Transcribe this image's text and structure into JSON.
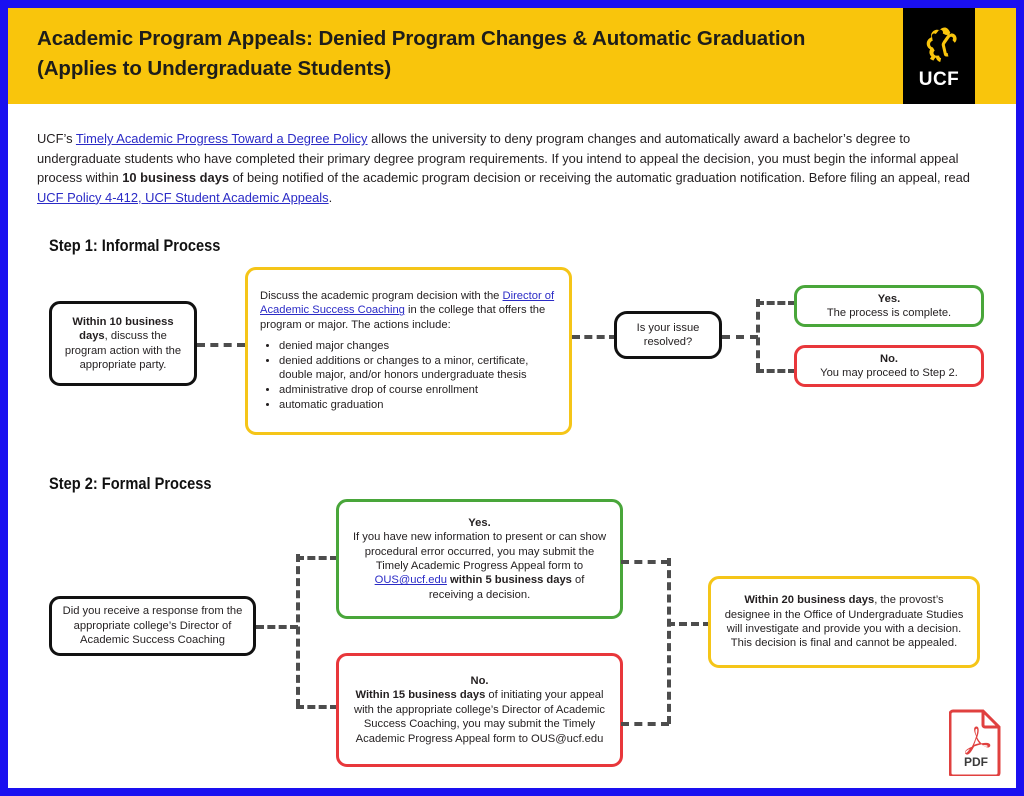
{
  "page": {
    "border_color": "#1a10f0",
    "background": "#ffffff"
  },
  "header": {
    "background": "#f9c50c",
    "title_line1": "Academic Program Appeals: Denied Program Changes & Automatic Graduation",
    "title_line2": "(Applies to Undergraduate Students)",
    "logo": {
      "wordmark": "UCF",
      "icon_name": "ucf-pegasus-icon",
      "background": "#000000",
      "mark_color": "#f9c50c"
    }
  },
  "intro": {
    "t1": "UCF’s ",
    "link1": "Timely Academic Progress Toward a Degree Policy",
    "t2": " allows the university to deny program changes and automatically award a bachelor’s degree to undergraduate students who have completed their primary degree program requirements. If you intend to appeal the decision, you must begin the informal appeal process within ",
    "bold1": "10 business days",
    "t3": " of being notified of the academic program decision or receiving the automatic graduation notification. Before filing an appeal, read ",
    "link2": "UCF Policy 4-412, UCF Student Academic Appeals",
    "t4": "."
  },
  "step1": {
    "heading": "Step 1: Informal Process",
    "start_box": {
      "bold": "Within 10 business days",
      "rest": ", discuss the program action with the appropriate party.",
      "border_color": "#111111"
    },
    "action_box": {
      "t1": "Discuss the academic program decision with the ",
      "link": "Director of Academic Success Coaching",
      "t2": " in the college that offers the program or major. The actions include:",
      "bullets": [
        "denied major changes",
        "denied additions or changes to a minor, certificate, double major, and/or honors undergraduate thesis",
        "administrative drop of course enrollment",
        "automatic graduation"
      ],
      "border_color": "#f5c518"
    },
    "decision_box": {
      "text": "Is your issue resolved?",
      "border_color": "#111111"
    },
    "yes_box": {
      "bold": "Yes.",
      "rest": "The process is complete.",
      "border_color": "#49a63a"
    },
    "no_box": {
      "bold": "No.",
      "rest": "You may proceed to Step 2.",
      "border_color": "#e8373b"
    }
  },
  "step2": {
    "heading": "Step 2: Formal Process",
    "start_box": {
      "text": "Did you receive a response from the appropriate college’s Director of Academic Success Coaching",
      "border_color": "#111111"
    },
    "yes_box": {
      "bold": "Yes.",
      "t1": "If you have new information to present or can show procedural error occurred, you may submit the Timely Academic Progress Appeal form to ",
      "link": "OUS@ucf.edu",
      "bold2": " within 5 business days",
      "t2": " of receiving a decision.",
      "border_color": "#49a63a"
    },
    "no_box": {
      "bold": "No.",
      "bold2": "Within 15 business days",
      "t1": " of initiating your appeal with the appropriate college’s Director of Academic Success Coaching, you may submit the Timely Academic Progress Appeal form to OUS@ucf.edu",
      "border_color": "#e8373b"
    },
    "final_box": {
      "bold": "Within 20 business days",
      "rest": ", the provost’s designee in the Office of Undergraduate Studies will investigate and provide you with a decision. This decision is final and cannot be appealed.",
      "border_color": "#f5c518"
    }
  },
  "footer": {
    "pdf_icon_label": "PDF",
    "pdf_icon_name": "pdf-file-icon",
    "pdf_color": "#e0403f"
  }
}
